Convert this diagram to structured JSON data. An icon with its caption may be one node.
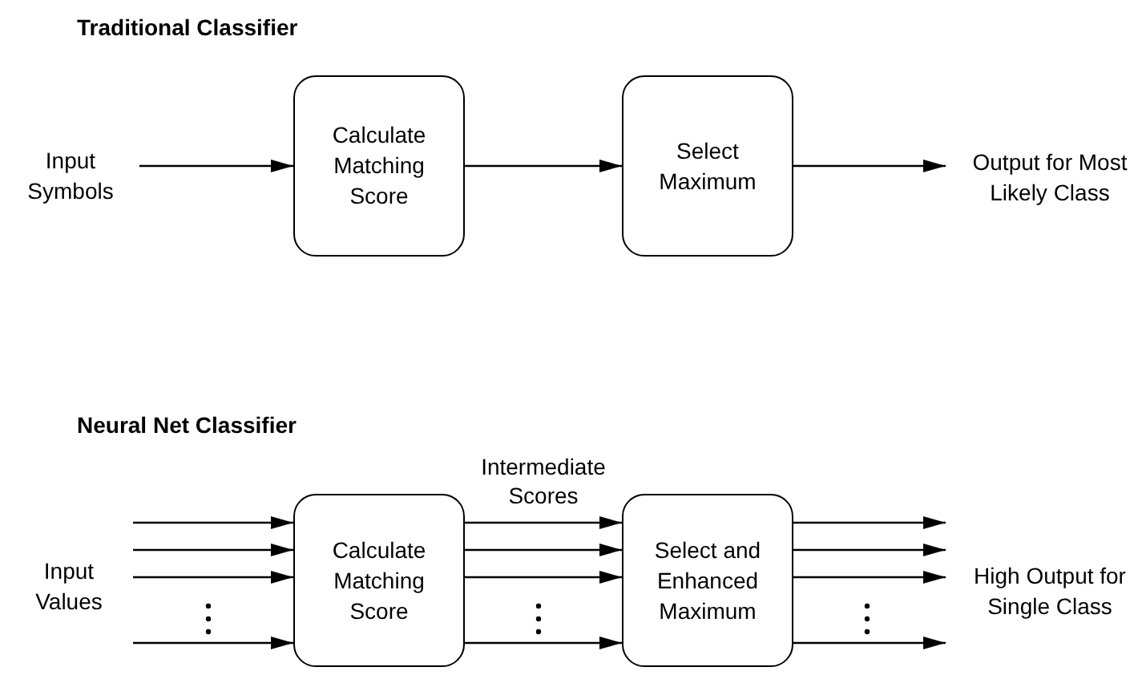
{
  "diagram": {
    "nodes": [
      {
        "text": [
          "Input Symbols"
        ]
      },
      {
        "text": [
          "Calculate Matching Score"
        ]
      },
      {
        "text": [
          "Select Maximum"
        ]
      },
      {
        "text": [
          "Output for Most Likely Class"
        ]
      },
      {
        "text": [
          "Input Values"
        ]
      },
      {
        "text": [
          "Calculate Matching Score"
        ]
      },
      {
        "text": [
          "Select and Enhanced Maximum"
        ]
      },
      {
        "text": [
          "High Output for Single Class"
        ]
      }
    ],
    "edges": [
      {
        "from": 0,
        "to": 1,
        "arrow": "to"
      },
      {
        "from": 1,
        "to": 2,
        "arrow": "to"
      },
      {
        "from": 2,
        "to": 3,
        "arrow": "to"
      },
      {
        "from": 4,
        "to": 5,
        "arrow": "to"
      },
      {
        "from": 4,
        "to": 5,
        "arrow": "to"
      },
      {
        "from": 4,
        "to": 5,
        "arrow": "to"
      },
      {
        "from": 4,
        "to": 5,
        "arrow": "to"
      },
      {
        "from": 5,
        "to": 6,
        "arrow": "to"
      },
      {
        "from": 5,
        "to": 6,
        "arrow": "to"
      },
      {
        "from": 5,
        "to": 6,
        "arrow": "to"
      },
      {
        "from": 5,
        "to": 6,
        "arrow": "to"
      },
      {
        "from": 6,
        "to": 7,
        "arrow": "to"
      },
      {
        "from": 6,
        "to": 7,
        "arrow": "to"
      },
      {
        "from": 6,
        "to": 7,
        "arrow": "to"
      },
      {
        "from": 6,
        "to": 7,
        "arrow": "to"
      }
    ],
    "labels": [
      "Traditional Classifier",
      "Neural Net Classifier",
      "Intermediate Scores"
    ]
  }
}
